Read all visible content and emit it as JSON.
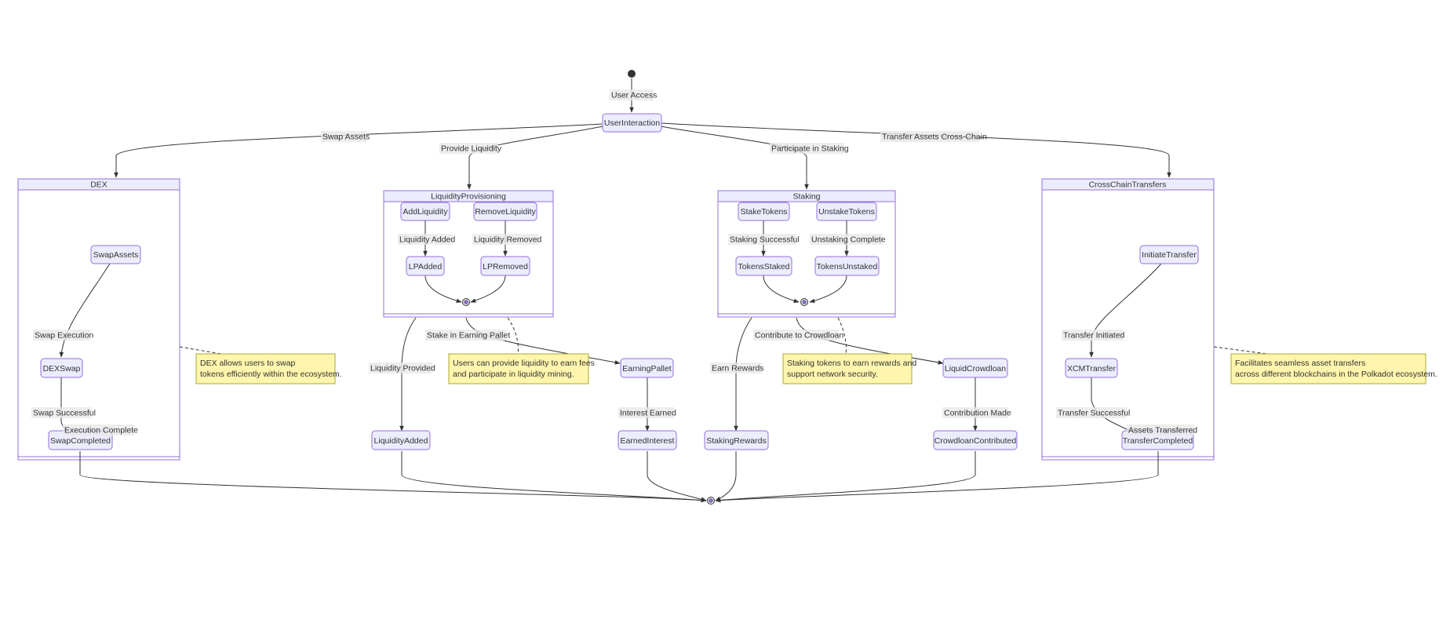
{
  "diagram": {
    "start": "start-node",
    "states": {
      "user_interaction": "UserInteraction",
      "swap_assets": "SwapAssets",
      "dex_swap": "DEXSwap",
      "swap_completed": "SwapCompleted",
      "add_liquidity": "AddLiquidity",
      "remove_liquidity": "RemoveLiquidity",
      "lp_added": "LPAdded",
      "lp_removed": "LPRemoved",
      "liquidity_added": "LiquidityAdded",
      "earning_pallet": "EarningPallet",
      "earned_interest": "EarnedInterest",
      "stake_tokens": "StakeTokens",
      "unstake_tokens": "UnstakeTokens",
      "tokens_staked": "TokensStaked",
      "tokens_unstaked": "TokensUnstaked",
      "staking_rewards": "StakingRewards",
      "liquid_crowdloan": "LiquidCrowdloan",
      "crowdloan_contributed": "CrowdloanContributed",
      "initiate_transfer": "InitiateTransfer",
      "xcm_transfer": "XCMTransfer",
      "transfer_completed": "TransferCompleted"
    },
    "composites": {
      "dex": "DEX",
      "liquidity_provisioning": "LiquidityProvisioning",
      "staking": "Staking",
      "cross_chain": "CrossChainTransfers"
    },
    "transitions": {
      "user_access": "User Access",
      "swap_assets": "Swap Assets",
      "provide_liquidity": "Provide Liquidity",
      "participate_staking": "Participate in Staking",
      "transfer_cross_chain": "Transfer Assets Cross-Chain",
      "swap_execution": "Swap Execution",
      "swap_successful": "Swap Successful",
      "execution_complete": "Execution Complete",
      "liquidity_added": "Liquidity Added",
      "liquidity_removed": "Liquidity Removed",
      "liquidity_provided": "Liquidity Provided",
      "stake_earning": "Stake in Earning Pallet",
      "interest_earned": "Interest Earned",
      "staking_successful": "Staking Successful",
      "unstaking_complete": "Unstaking Complete",
      "earn_rewards": "Earn Rewards",
      "contribute_crowdloan": "Contribute to Crowdloan",
      "contribution_made": "Contribution Made",
      "transfer_initiated": "Transfer Initiated",
      "transfer_successful": "Transfer Successful",
      "assets_transferred": "Assets Transferred"
    },
    "notes": {
      "dex": [
        "DEX allows users to swap",
        "tokens efficiently within the ecosystem."
      ],
      "liquidity": [
        "Users can provide liquidity to earn fees",
        "and participate in liquidity mining."
      ],
      "staking": [
        "Staking tokens to earn rewards and",
        "support network security."
      ],
      "cross_chain": [
        "Facilitates seamless asset transfers",
        "across different blockchains in the Polkadot ecosystem."
      ]
    },
    "colors": {
      "state_fill": "#ECECFF",
      "state_border": "#9370DB",
      "note_fill": "#FFF5AD",
      "note_border": "#AAAA33",
      "edge": "#333333"
    }
  }
}
